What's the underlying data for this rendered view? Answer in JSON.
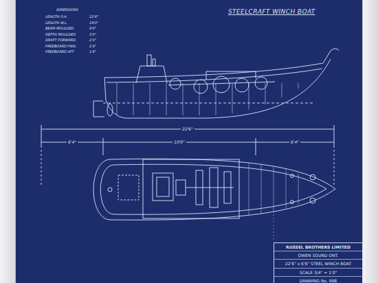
{
  "diagram": {
    "title": "STEELCRAFT WINCH BOAT",
    "nodes": [
      {
        "text": [
          "RUSSEL BROTHERS LIMITED",
          "OWEN SOUND ONT.",
          "22'6\" x 6'6\" STEEL WINCH BOAT",
          "SCALE 3/4\" = 1'0\"",
          "DRAWING No. 998"
        ]
      }
    ],
    "labels": [
      "DIMENSIONS",
      "LENGTH O.A.",
      "22'6\"",
      "LENGTH W.L.",
      "19'0\"",
      "BEAM MOULDED",
      "6'6\"",
      "DEPTH MOULDED",
      "3'0\"",
      "DRAFT FORWARD",
      "2'0\"",
      "FREEBOARD FWD.",
      "2'4\"",
      "FREEBOARD AFT",
      "1'6\"",
      "22'6\"",
      "6'4\"",
      "10'0\"",
      "6'4\""
    ]
  }
}
